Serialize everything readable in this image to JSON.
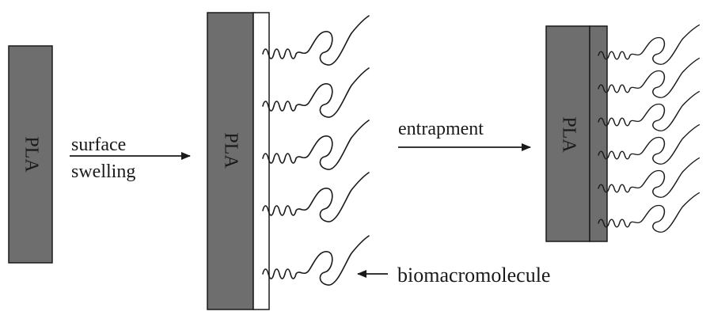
{
  "labels": {
    "pla": "PLA",
    "surface": "surface",
    "swelling": "swelling",
    "entrapment": "entrapment",
    "biomacromolecule": "biomacromolecule"
  },
  "colors": {
    "pla_fill": "#6e6e6e",
    "stroke": "#1a1a1a",
    "swollen_layer": "#ffffff",
    "background": "#ffffff"
  }
}
